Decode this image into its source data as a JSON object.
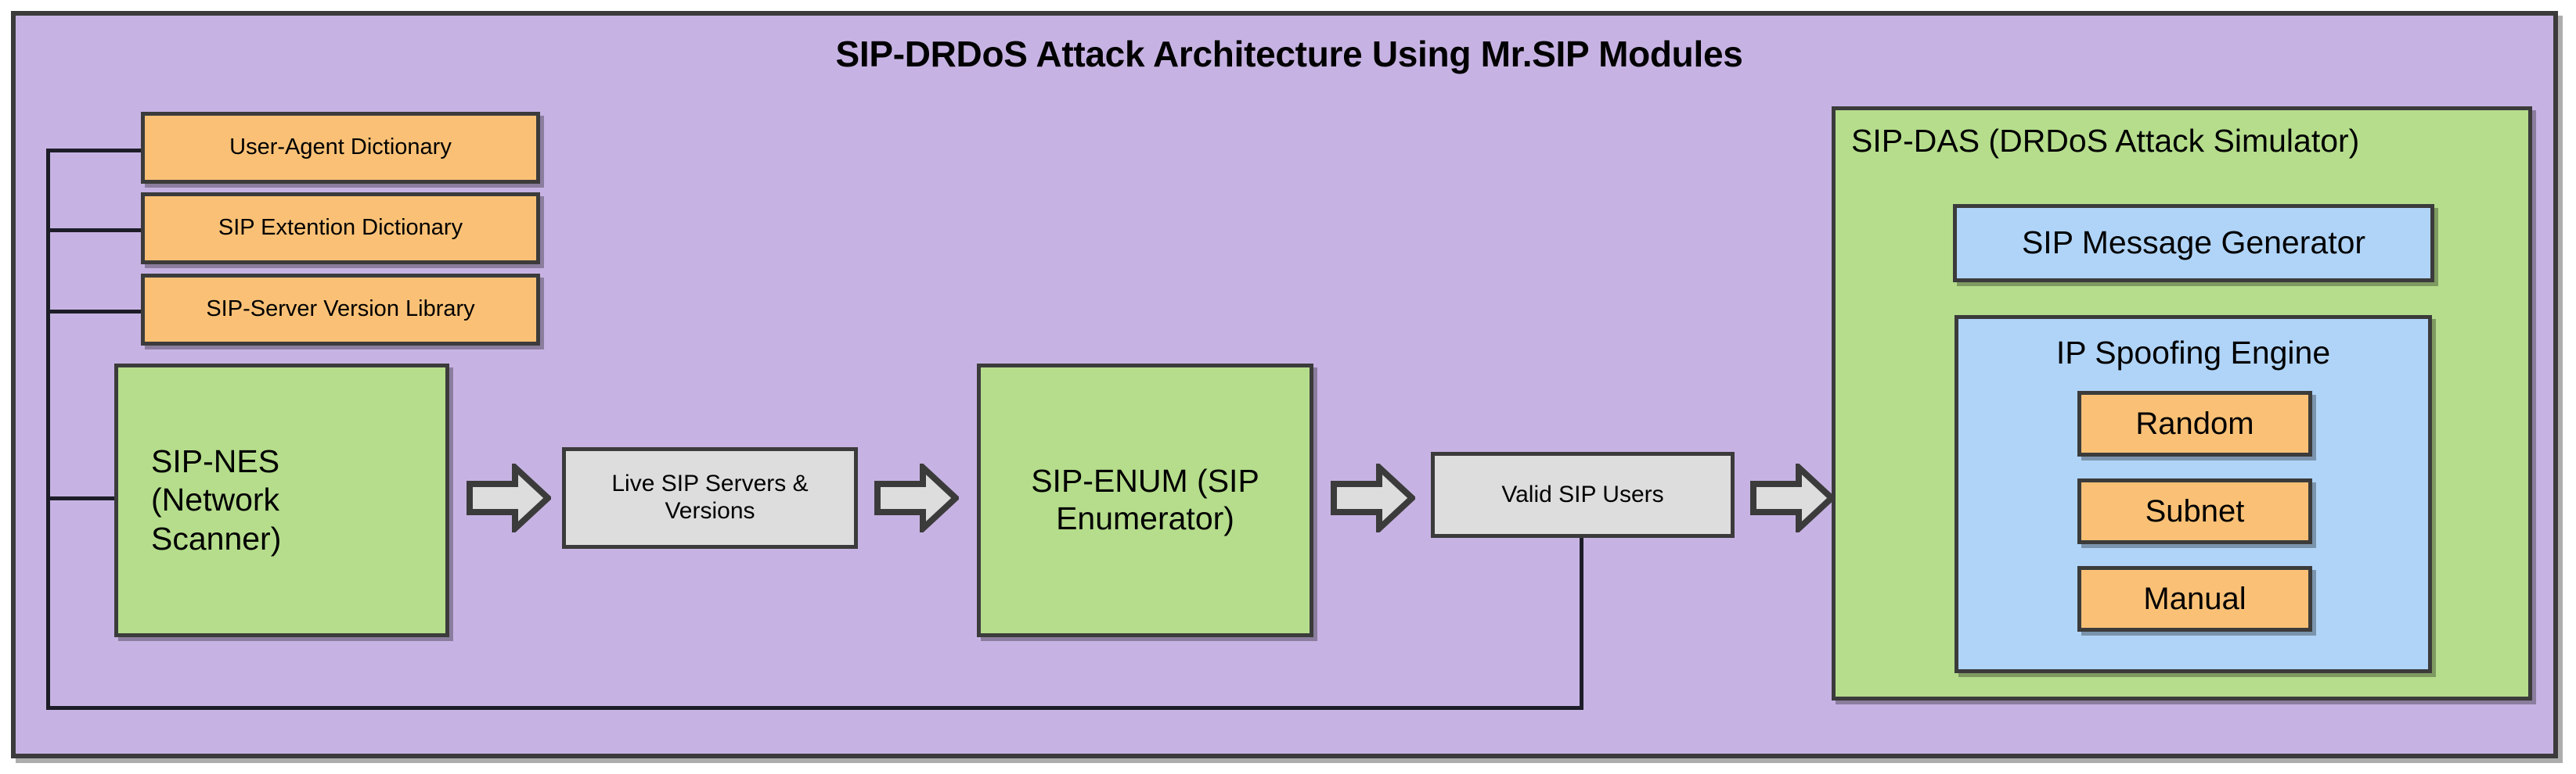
{
  "diagram": {
    "title": "SIP-DRDoS Attack Architecture Using Mr.SIP Modules",
    "colors": {
      "panel_purple": "#c7b3e3",
      "box_orange": "#fac176",
      "box_green": "#b5dd8c",
      "box_blue": "#b0d4f8",
      "box_gray": "#dddddd",
      "outline": "#3b3b3b"
    }
  },
  "dictionaries": [
    {
      "label": "User-Agent Dictionary"
    },
    {
      "label": "SIP Extention Dictionary"
    },
    {
      "label": "SIP-Server Version Library"
    }
  ],
  "pipeline": {
    "scanner": {
      "label": "SIP-NES\n(Network\nScanner)",
      "line1": "SIP-NES",
      "line2": "(Network",
      "line3": "Scanner)"
    },
    "servers_data": {
      "line1": "Live SIP Servers &",
      "line2": "Versions"
    },
    "enumerator": {
      "line1": "SIP-ENUM (SIP",
      "line2": "Enumerator)"
    },
    "users_data": {
      "label": "Valid SIP Users"
    }
  },
  "simulator": {
    "title": "SIP-DAS (DRDoS Attack Simulator)",
    "message_generator": {
      "label": "SIP Message Generator"
    },
    "spoofing_engine": {
      "title": "IP Spoofing Engine",
      "options": [
        {
          "label": "Random"
        },
        {
          "label": "Subnet"
        },
        {
          "label": "Manual"
        }
      ]
    }
  },
  "arrows": [
    {
      "name": "arrow-scanner-to-servers"
    },
    {
      "name": "arrow-servers-to-enum"
    },
    {
      "name": "arrow-enum-to-users"
    },
    {
      "name": "arrow-users-to-simulator"
    }
  ]
}
